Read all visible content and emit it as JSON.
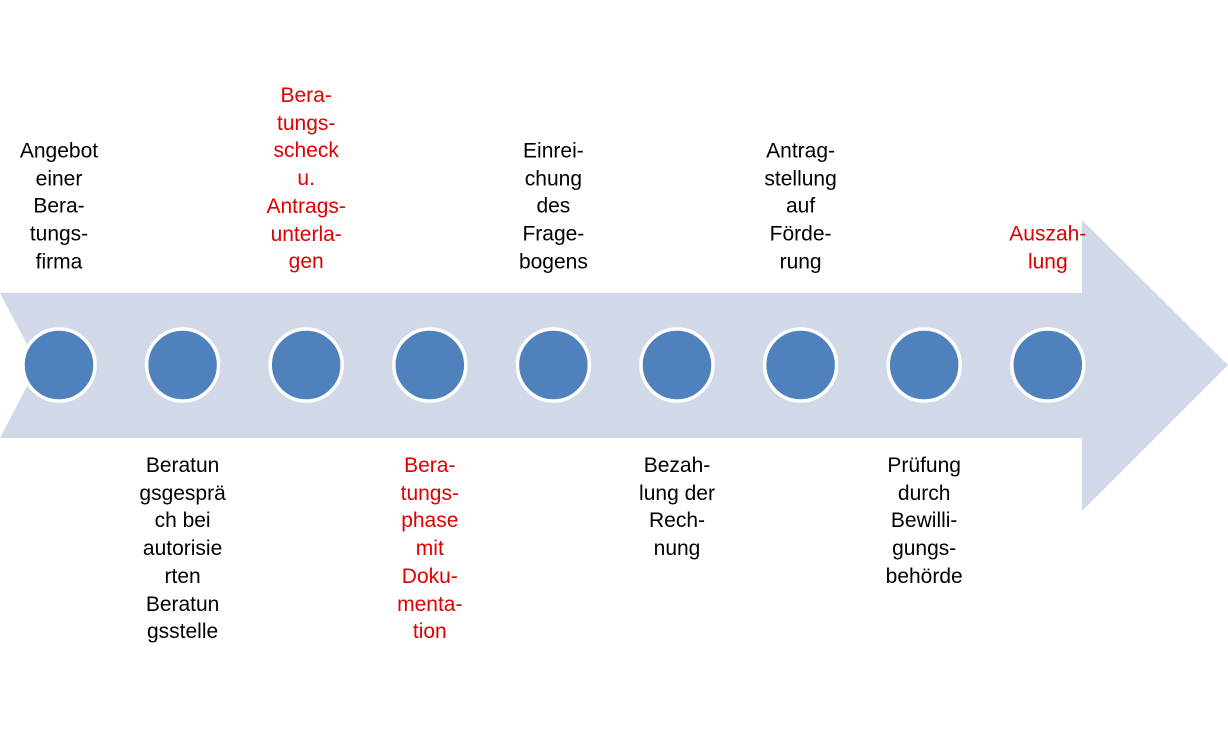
{
  "colors": {
    "arrow": "#d1d9e8",
    "node_fill": "#4f81bd",
    "node_stroke": "#ffffff",
    "text": "#000000",
    "highlight": "#e00000"
  },
  "timeline": {
    "nodes": [
      {
        "position": "top",
        "color": "text",
        "lines": [
          "Angebot",
          "einer",
          "Bera-",
          "tungs-",
          "firma"
        ]
      },
      {
        "position": "bottom",
        "color": "text",
        "lines": [
          "Beratun",
          "gsgesprä",
          "ch bei",
          "autorisie",
          "rten",
          "Beratun",
          "gsstelle"
        ]
      },
      {
        "position": "top",
        "color": "highlight",
        "lines": [
          "Bera-",
          "tungs-",
          "scheck",
          "u.",
          "Antrags-",
          "unterla-",
          "gen"
        ]
      },
      {
        "position": "bottom",
        "color": "highlight",
        "lines": [
          "Bera-",
          "tungs-",
          "phase",
          "mit",
          "Doku-",
          "menta-",
          "tion"
        ]
      },
      {
        "position": "top",
        "color": "text",
        "lines": [
          "Einrei-",
          "chung",
          "des",
          "Frage-",
          "bogens"
        ]
      },
      {
        "position": "bottom",
        "color": "text",
        "lines": [
          "Bezah-",
          "lung der",
          "Rech-",
          "nung"
        ]
      },
      {
        "position": "top",
        "color": "text",
        "lines": [
          "Antrag-",
          "stellung",
          "auf",
          "Förde-",
          "rung"
        ]
      },
      {
        "position": "bottom",
        "color": "text",
        "lines": [
          "Prüfung",
          "durch",
          "Bewilli-",
          "gungs-",
          "behörde"
        ]
      },
      {
        "position": "top",
        "color": "highlight",
        "lines": [
          "Auszah-",
          "lung"
        ]
      }
    ]
  }
}
